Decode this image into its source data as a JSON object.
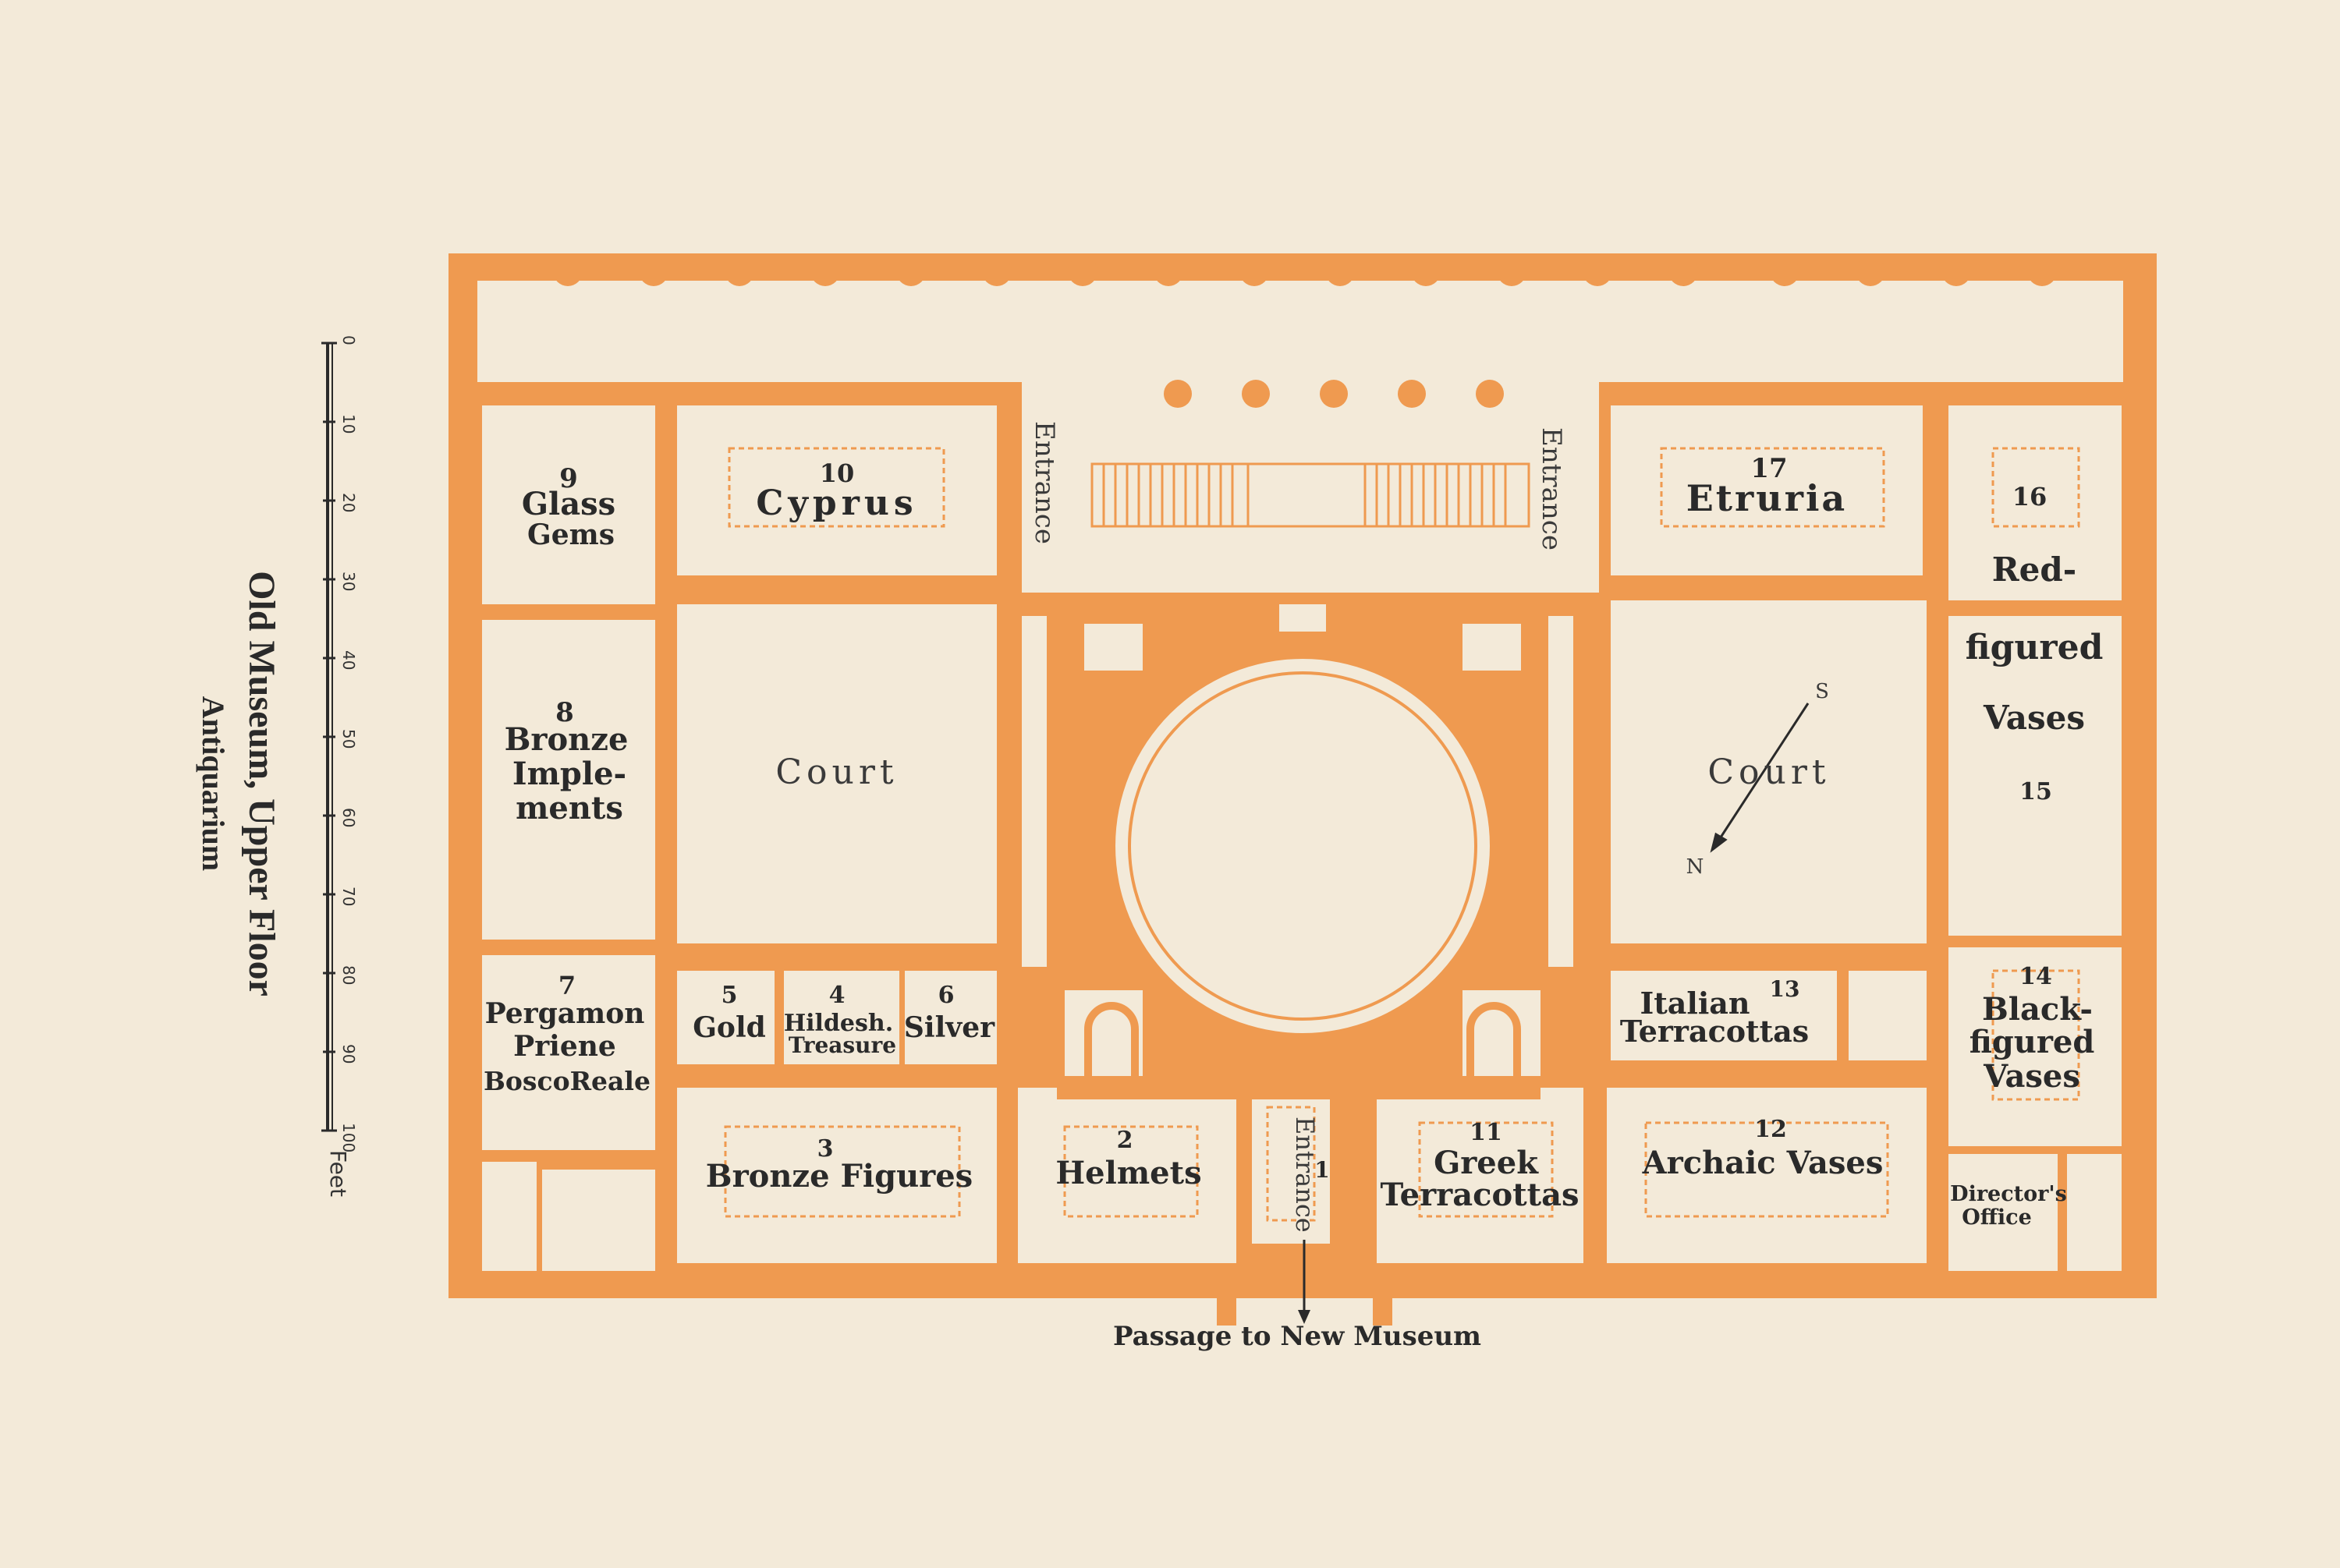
{
  "title": {
    "line1": "Old Museum, Upper Floor",
    "line2": "Antiquarium"
  },
  "scale": {
    "ticks": [
      "0",
      "10",
      "20",
      "30",
      "40",
      "50",
      "60",
      "70",
      "80",
      "90",
      "100"
    ],
    "unit": "Feet"
  },
  "rooms": {
    "r9": {
      "number": "9",
      "line1": "Glass",
      "line2": "Gems"
    },
    "r10": {
      "number": "10",
      "name": "Cyprus"
    },
    "r17": {
      "number": "17",
      "name": "Etruria"
    },
    "r16": {
      "number": "16"
    },
    "r15": {
      "number": "15",
      "line1": "Red-",
      "line2": "figured",
      "line3": "Vases"
    },
    "r8": {
      "number": "8",
      "line1": "Bronze",
      "line2": "Imple-",
      "line3": "ments"
    },
    "r7": {
      "number": "7",
      "line1": "Pergamon",
      "line2": "Priene",
      "line3": "BoscoReale"
    },
    "r5": {
      "number": "5",
      "name": "Gold"
    },
    "r4": {
      "number": "4",
      "line1": "Hildesh.",
      "line2": "Treasure"
    },
    "r6": {
      "number": "6",
      "name": "Silver"
    },
    "r13": {
      "number": "13",
      "line1": "Italian",
      "line2": "Terracottas"
    },
    "r14": {
      "number": "14",
      "line1": "Black-",
      "line2": "figured",
      "line3": "Vases"
    },
    "r3": {
      "number": "3",
      "name": "Bronze Figures"
    },
    "r2": {
      "number": "2",
      "name": "Helmets"
    },
    "r1": {
      "number": "1",
      "name": "Entrance"
    },
    "r11": {
      "number": "11",
      "line1": "Greek",
      "line2": "Terracottas"
    },
    "r12": {
      "number": "12",
      "name": "Archaic Vases"
    },
    "directors": {
      "line1": "Director's",
      "line2": "Office"
    }
  },
  "labels": {
    "court_left": "Court",
    "court_right": "Court",
    "entrance_left": "Entrance",
    "entrance_right": "Entrance",
    "passage": "Passage to New Museum",
    "compass_s": "S",
    "compass_n": "N"
  },
  "colors": {
    "wall": "#ef9a50",
    "paper": "#f3ead9",
    "ink": "#2a2a2a"
  }
}
